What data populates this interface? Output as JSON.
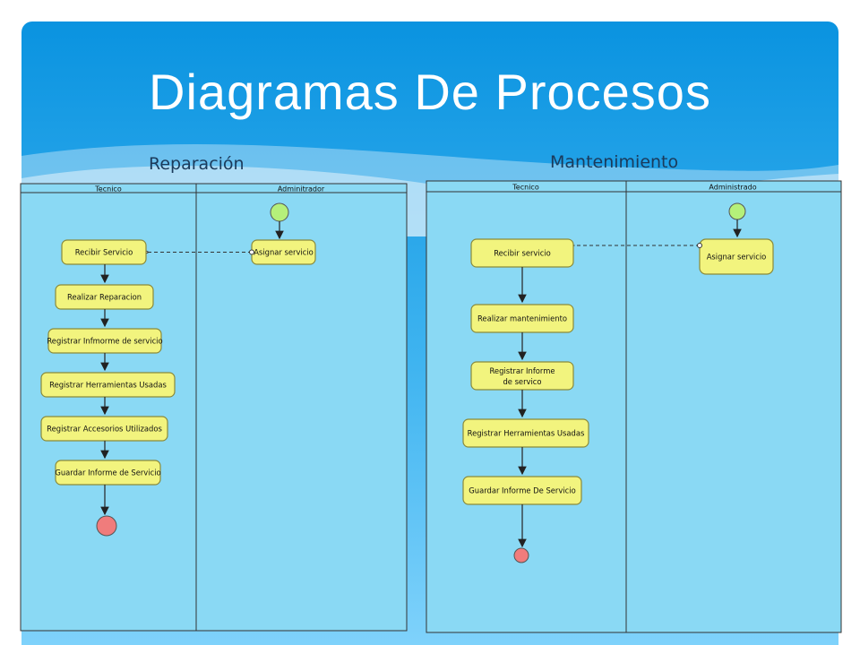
{
  "title": "Diagramas De Procesos",
  "left": {
    "subtitle": "Reparación",
    "lanes": [
      "Tecnico",
      "Adminitrador"
    ],
    "admin_activity": "Asignar servicio",
    "activities": [
      "Recibir Servicio",
      "Realizar Reparacion",
      "Registrar Infmorme de servicio",
      "Registrar Herramientas Usadas",
      "Registrar Accesorios Utilizados",
      "Guardar Informe de Servicio"
    ]
  },
  "right": {
    "subtitle": "Mantenimiento",
    "lanes": [
      "Tecnico",
      "Administrado"
    ],
    "admin_activity": "Asignar servicio",
    "activities": [
      "Recibir servicio",
      "Realizar mantenimiento",
      "Registrar Informe de servico",
      "Registrar Herramientas Usadas",
      "Guardar Informe De Servicio"
    ]
  },
  "colors": {
    "activity_fill": "#f2f47e",
    "start_node": "#b5f07a",
    "end_node": "#f07c7c",
    "lane_fill": "#8ad9f4"
  }
}
